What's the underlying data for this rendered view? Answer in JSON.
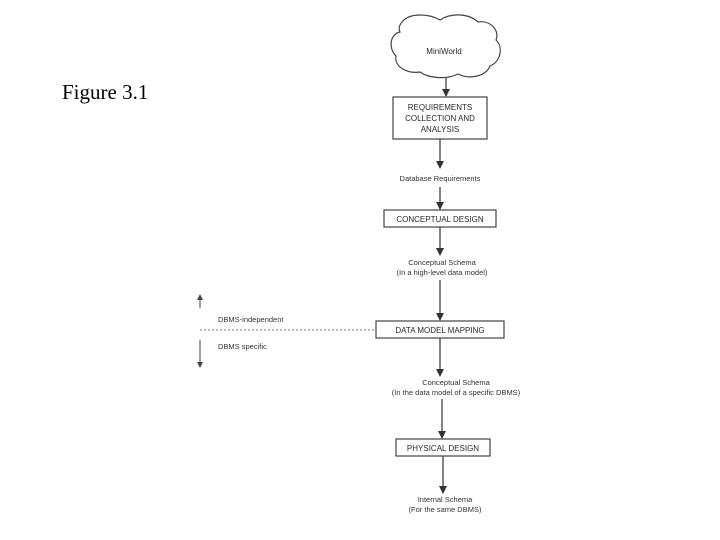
{
  "figure_label": "Figure 3.1",
  "nodes": {
    "miniworld": "MiniWorld",
    "requirements": [
      "REQUIREMENTS",
      "COLLECTION AND",
      "ANALYSIS"
    ],
    "db_requirements": "Database Requirements",
    "conceptual_design": "CONCEPTUAL DESIGN",
    "conceptual_schema": [
      "Conceptual Schema",
      "(In a high-level data model)"
    ],
    "data_model_mapping": "DATA MODEL MAPPING",
    "logical_schema": [
      "Conceptual Schema",
      "(In the data model of a specific DBMS)"
    ],
    "physical_design": "PHYSICAL DESIGN",
    "internal_schema": [
      "Internal Schema",
      "(For the same DBMS)"
    ]
  },
  "divider": {
    "above": "DBMS-independent",
    "below": "DBMS specific"
  }
}
